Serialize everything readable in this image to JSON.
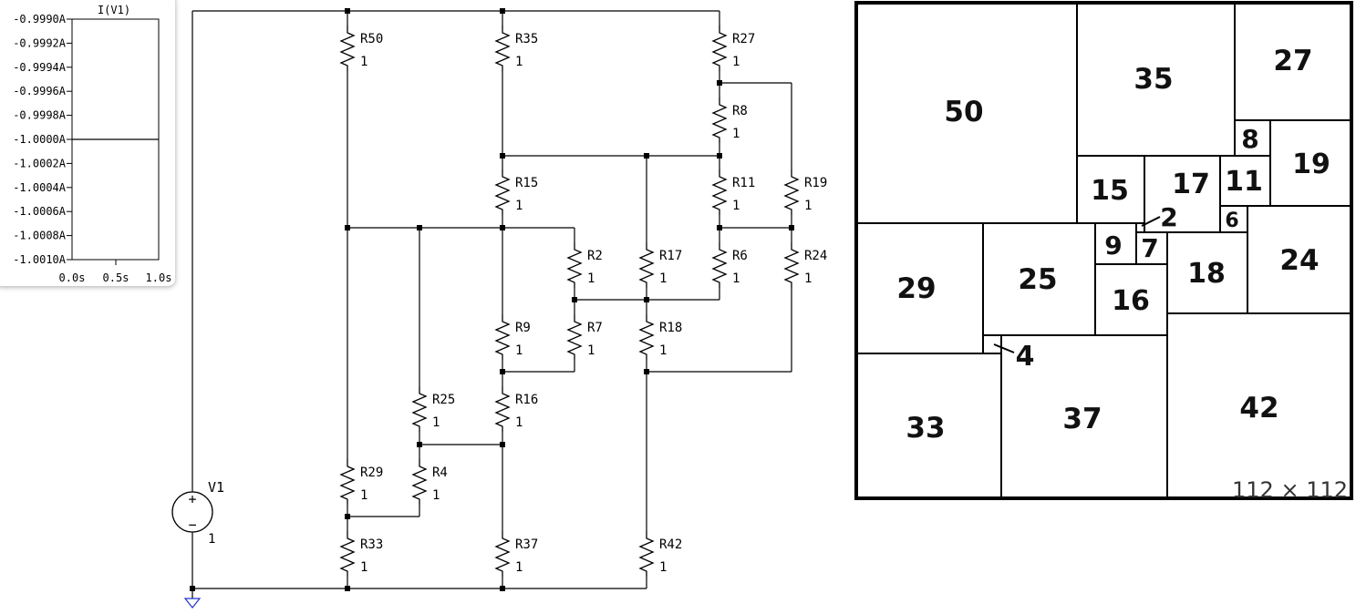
{
  "waveform": {
    "title": "I(V1)",
    "y_ticks": [
      "-0.9990A",
      "-0.9992A",
      "-0.9994A",
      "-0.9996A",
      "-0.9998A",
      "-1.0000A",
      "-1.0002A",
      "-1.0004A",
      "-1.0006A",
      "-1.0008A",
      "-1.0010A"
    ],
    "x_ticks": [
      "0.0s",
      "0.5s",
      "1.0s"
    ],
    "trace_value": -1.0
  },
  "schematic": {
    "source": {
      "name": "V1",
      "value": "1"
    },
    "resistors": [
      {
        "name": "R50",
        "value": "1"
      },
      {
        "name": "R35",
        "value": "1"
      },
      {
        "name": "R27",
        "value": "1"
      },
      {
        "name": "R8",
        "value": "1"
      },
      {
        "name": "R15",
        "value": "1"
      },
      {
        "name": "R11",
        "value": "1"
      },
      {
        "name": "R19",
        "value": "1"
      },
      {
        "name": "R2",
        "value": "1"
      },
      {
        "name": "R17",
        "value": "1"
      },
      {
        "name": "R6",
        "value": "1"
      },
      {
        "name": "R24",
        "value": "1"
      },
      {
        "name": "R9",
        "value": "1"
      },
      {
        "name": "R7",
        "value": "1"
      },
      {
        "name": "R18",
        "value": "1"
      },
      {
        "name": "R25",
        "value": "1"
      },
      {
        "name": "R16",
        "value": "1"
      },
      {
        "name": "R29",
        "value": "1"
      },
      {
        "name": "R4",
        "value": "1"
      },
      {
        "name": "R33",
        "value": "1"
      },
      {
        "name": "R37",
        "value": "1"
      },
      {
        "name": "R42",
        "value": "1"
      }
    ]
  },
  "square": {
    "caption": "112 × 112",
    "labels": [
      "50",
      "35",
      "27",
      "8",
      "19",
      "15",
      "17",
      "11",
      "2",
      "6",
      "9",
      "7",
      "29",
      "25",
      "18",
      "24",
      "16",
      "4",
      "33",
      "37",
      "42"
    ]
  }
}
